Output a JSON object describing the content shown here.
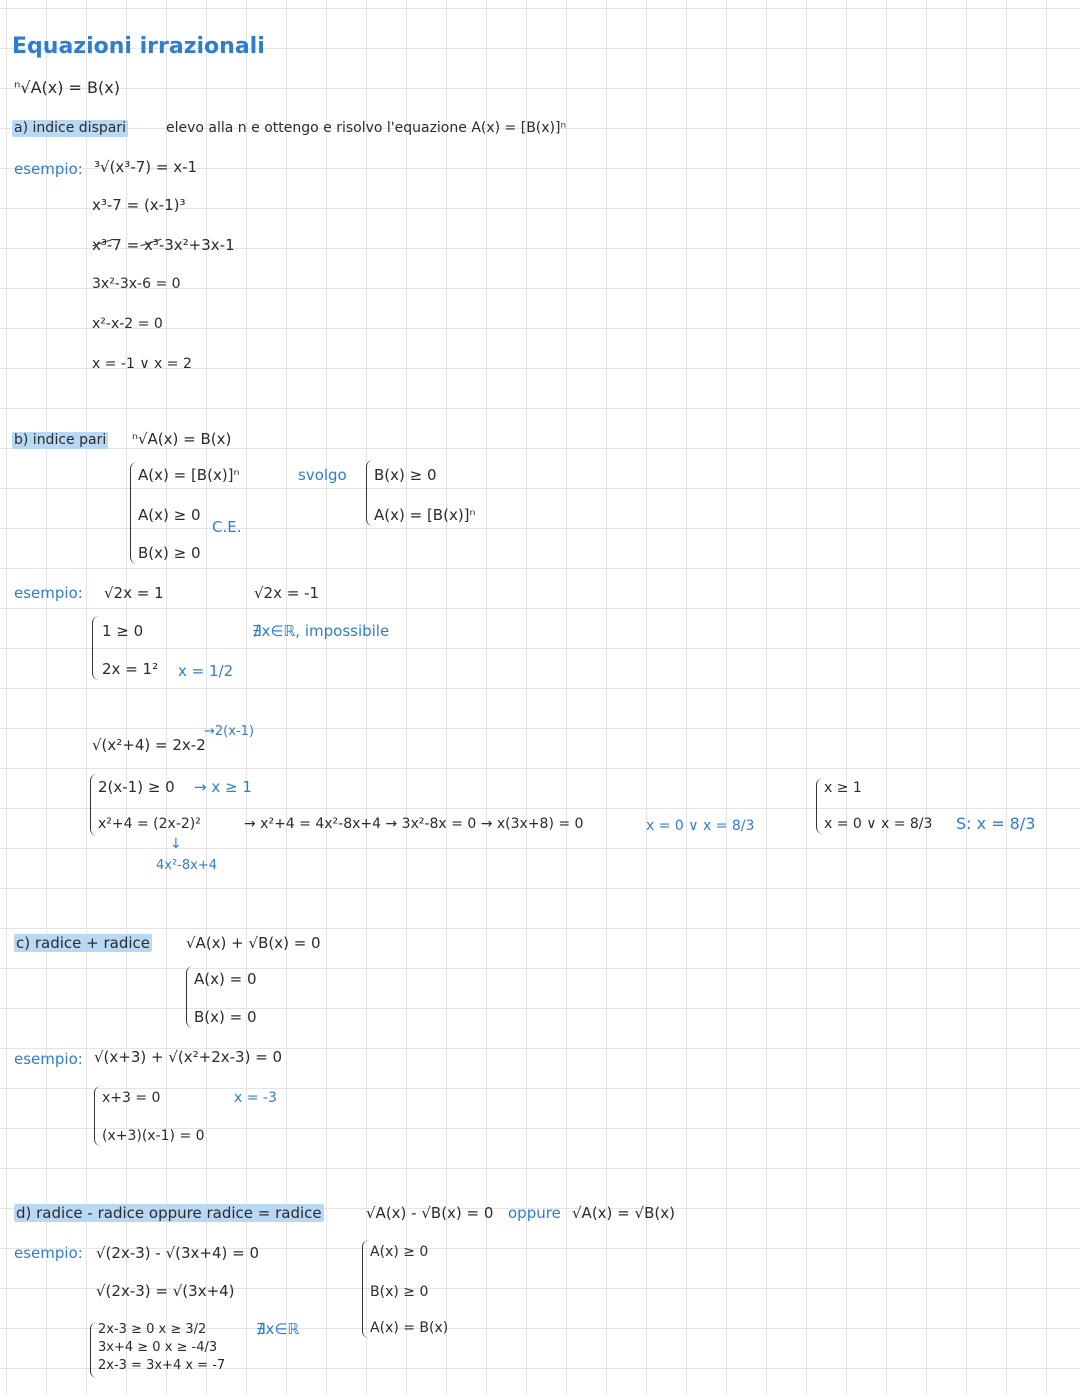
{
  "title": "Equazioni irrazionali",
  "general_form": "ⁿ√A(x) = B(x)",
  "sec_a": {
    "label": "a) indice dispari",
    "desc": "elevo alla n e ottengo e risolvo l'equazione A(x) = [B(x)]ⁿ",
    "example_label": "esempio:",
    "example": "³√(x³-7) = x-1",
    "steps": [
      "x³-7 = (x-1)³",
      "x³-7 = x³-3x²+3x-1",
      "3x²-3x-6 = 0",
      "x²-x-2 = 0",
      "x = -1 ∨ x = 2"
    ]
  },
  "sec_b": {
    "label": "b) indice pari",
    "form": "ⁿ√A(x) = B(x)",
    "system": [
      "A(x) = [B(x)]ⁿ",
      "A(x) ≥ 0",
      "B(x) ≥ 0"
    ],
    "ce": "C.E.",
    "svolgo": "svolgo",
    "svolgo_system": [
      "B(x) ≥ 0",
      "A(x) = [B(x)]ⁿ"
    ],
    "example_label": "esempio:",
    "ex1": "√2x = 1",
    "ex1_system": [
      "1 ≥ 0",
      "2x = 1²"
    ],
    "ex1_result": "x = 1/2",
    "ex2": "√2x = -1",
    "ex2_result": "∄x∈ℝ, impossibile",
    "ex3": "√(x²+4) = 2x-2",
    "ex3_note": "→2(x-1)",
    "ex3_system": [
      "2(x-1) ≥ 0",
      "x²+4 = (2x-2)²"
    ],
    "ex3_arrow1": "→ x ≥ 1",
    "ex3_chain": "→ x²+4 = 4x²-8x+4 → 3x²-8x = 0 → x(3x+8) = 0",
    "ex3_expand": "4x²-8x+4",
    "ex3_roots": "x = 0 ∨ x = 8/3",
    "ex3_final_system": [
      "x ≥ 1",
      "x = 0 ∨ x = 8/3"
    ],
    "ex3_solution": "S: x = 8/3"
  },
  "sec_c": {
    "label": "c) radice + radice",
    "form": "√A(x) + √B(x) = 0",
    "system": [
      "A(x) = 0",
      "B(x) = 0"
    ],
    "example_label": "esempio:",
    "example": "√(x+3) + √(x²+2x-3) = 0",
    "ex_system": [
      "x+3 = 0",
      "(x+3)(x-1) = 0"
    ],
    "ex_result": "x = -3"
  },
  "sec_d": {
    "label": "d) radice - radice oppure radice = radice",
    "form1": "√A(x) - √B(x) = 0",
    "oppure": "oppure",
    "form2": "√A(x) = √B(x)",
    "system": [
      "A(x) ≥ 0",
      "B(x) ≥ 0",
      "A(x) = B(x)"
    ],
    "example_label": "esempio:",
    "example": "√(2x-3) - √(3x+4) = 0",
    "step": "√(2x-3) = √(3x+4)",
    "ex_system": [
      "2x-3 ≥ 0   x ≥ 3/2",
      "3x+4 ≥ 0   x ≥ -4/3",
      "2x-3 = 3x+4   x = -7"
    ],
    "ex_result": "∄x∈ℝ"
  }
}
